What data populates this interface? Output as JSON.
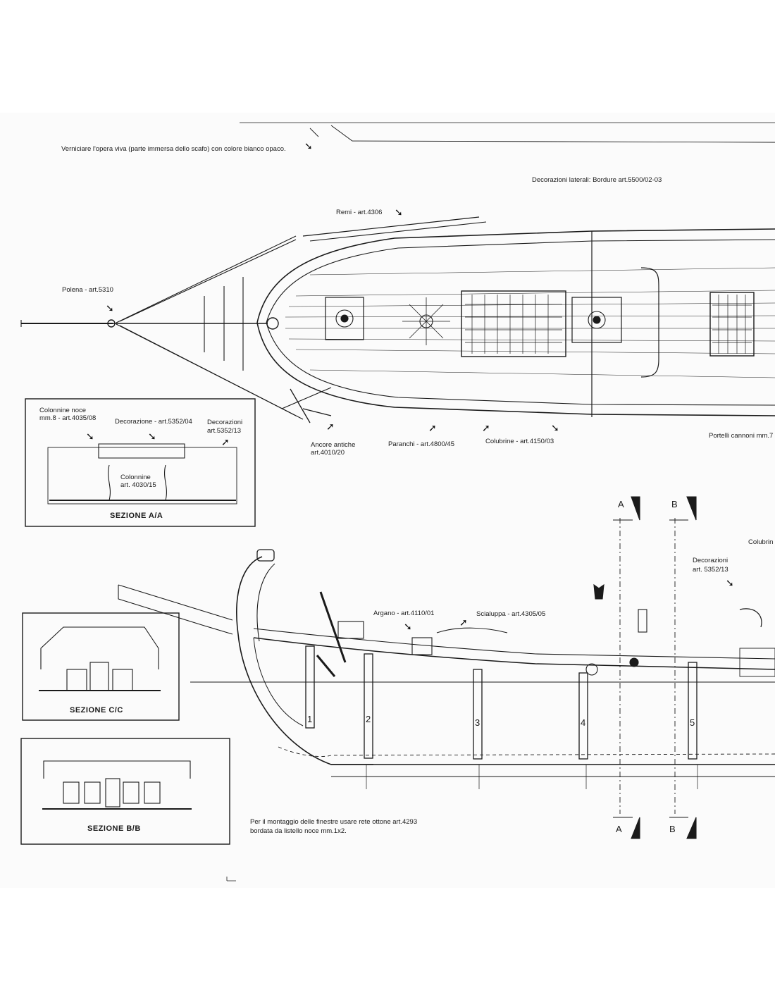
{
  "notes": {
    "paint_note": "Verniciare l'opera viva (parte immersa dello scafo) con colore bianco opaco.",
    "decor_side": "Decorazioni laterali: Bordure art.5500/02-03",
    "windows_note_1": "Per il montaggio delle finestre usare rete ottone art.4293",
    "windows_note_2": "bordata da listello noce mm.1x2."
  },
  "parts": {
    "remi": "Remi - art.4306",
    "polena": "Polena - art.5310",
    "ancore_1": "Ancore antiche",
    "ancore_2": "art.4010/20",
    "paranchi": "Paranchi - art.4800/45",
    "colubrine": "Colubrine - art.4150/03",
    "portelli": "Portelli cannoni mm.7",
    "argano": "Argano - art.4110/01",
    "scialuppa": "Scialuppa - art.4305/05",
    "decor_side_1": "Decorazioni",
    "decor_side_2": "art. 5352/13",
    "colubrine_side": "Colubrin"
  },
  "section_aa": {
    "title": "SEZIONE  A/A",
    "colonnine_noce_1": "Colonnine noce",
    "colonnine_noce_2": "mm.8 - art.4035/08",
    "decorazione": "Decorazione - art.5352/04",
    "decorazioni_1": "Decorazioni",
    "decorazioni_2": "art.5352/13",
    "colonnine_1": "Colonnine",
    "colonnine_2": "art. 4030/15"
  },
  "section_cc": {
    "title": "SEZIONE  C/C"
  },
  "section_bb": {
    "title": "SEZIONE B/B"
  },
  "cut_markers": {
    "a": "A",
    "b": "B"
  },
  "frames": [
    "1",
    "2",
    "3",
    "4",
    "5"
  ]
}
